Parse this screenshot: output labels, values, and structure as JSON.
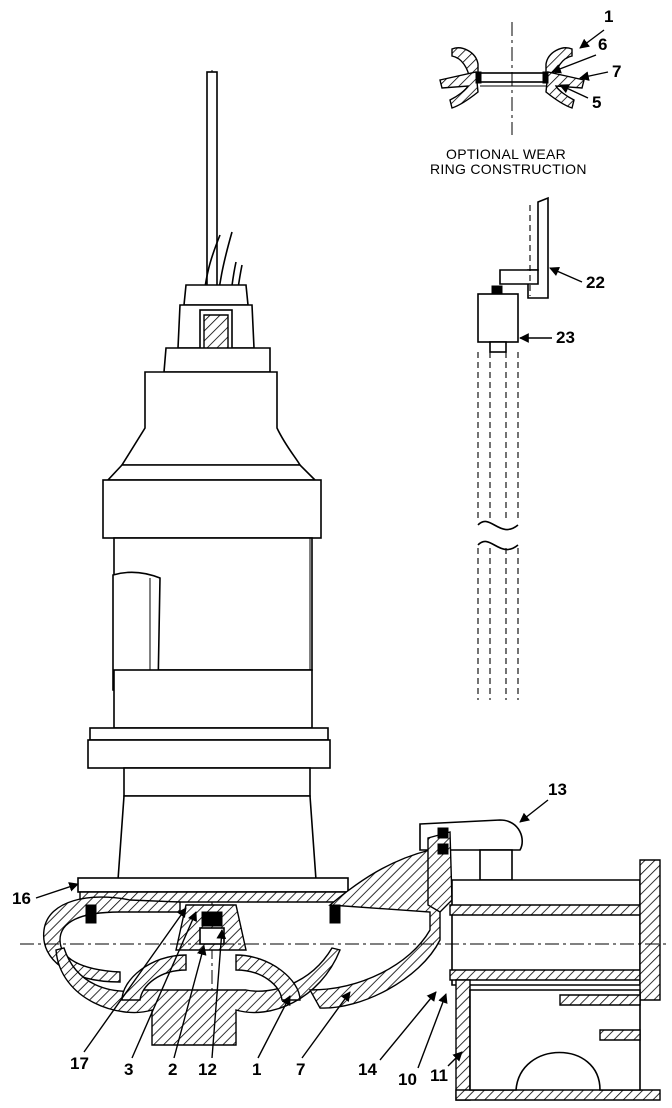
{
  "inset": {
    "caption_line1": "OPTIONAL WEAR",
    "caption_line2": "RING CONSTRUCTION",
    "callouts": [
      "1",
      "6",
      "7",
      "5"
    ]
  },
  "rail_callouts": [
    "22",
    "23",
    "13"
  ],
  "pump_callouts": [
    "16",
    "17",
    "3",
    "2",
    "12",
    "1",
    "7",
    "14",
    "10",
    "11"
  ]
}
